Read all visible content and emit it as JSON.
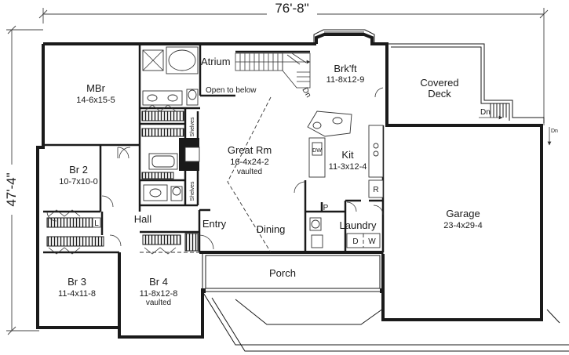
{
  "dimensions": {
    "width": "76'-8\"",
    "depth": "47'-4\""
  },
  "rooms": {
    "mbr": {
      "name": "MBr",
      "size": "14-6x15-5"
    },
    "br2": {
      "name": "Br 2",
      "size": "10-7x10-0"
    },
    "br3": {
      "name": "Br 3",
      "size": "11-4x11-8"
    },
    "br4": {
      "name": "Br 4",
      "size": "11-8x12-8",
      "note": "vaulted"
    },
    "great_rm": {
      "name": "Great Rm",
      "size": "16-4x24-2",
      "note": "vaulted"
    },
    "brkft": {
      "name": "Brk'ft",
      "size": "11-8x12-9"
    },
    "kit": {
      "name": "Kit",
      "size": "11-3x12-4"
    },
    "garage": {
      "name": "Garage",
      "size": "23-4x29-4"
    },
    "covered_deck": {
      "line1": "Covered",
      "line2": "Deck"
    },
    "atrium": {
      "name": "Atrium",
      "note": "Open to below"
    },
    "hall": "Hall",
    "entry": "Entry",
    "dining": "Dining",
    "porch": "Porch",
    "laundry": "Laundry"
  },
  "labels": {
    "shelves_upper": "Shelves",
    "shelves_lower": "Shelves",
    "down_stair": "Dn",
    "down_deck": "Dn",
    "down_garage": "Dn",
    "dw": "DW",
    "pantry": "P",
    "fridge": "R",
    "linen": "L",
    "dryer": "D",
    "washer": "W"
  }
}
